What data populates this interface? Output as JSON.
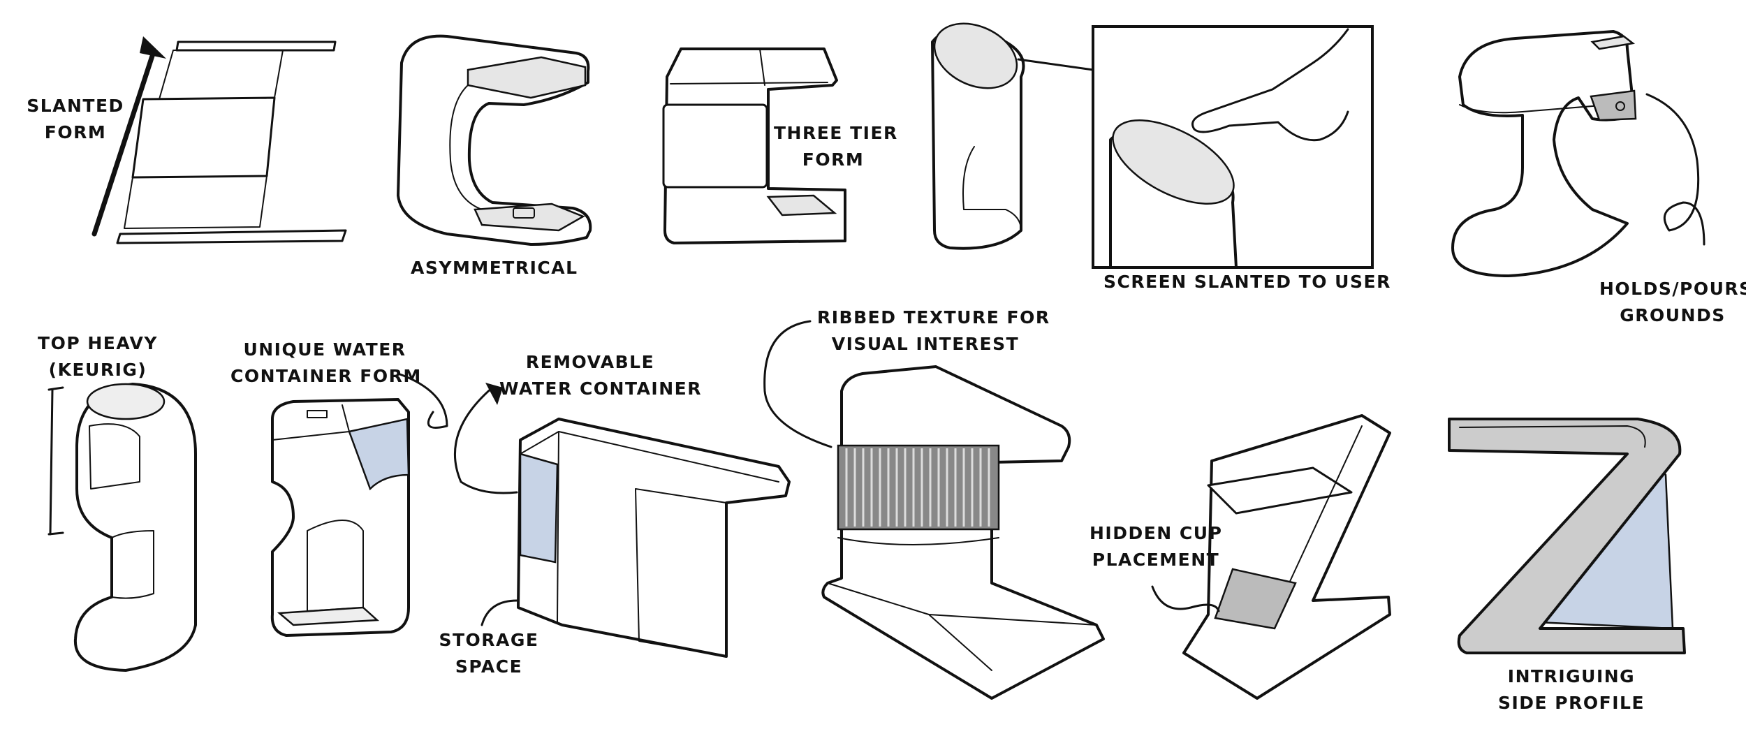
{
  "labels": {
    "slanted": [
      "SLANTED",
      "FORM"
    ],
    "asymmetrical": [
      "ASYMMETRICAL"
    ],
    "three_tier": [
      "THREE TIER",
      "FORM"
    ],
    "screen": [
      "SCREEN SLANTED TO USER"
    ],
    "holds": [
      "HOLDS/POURS",
      "GROUNDS"
    ],
    "top_heavy": [
      "TOP HEAVY",
      "(KEURIG)"
    ],
    "unique_water": [
      "UNIQUE WATER",
      "CONTAINER FORM"
    ],
    "removable": [
      "REMOVABLE",
      "WATER CONTAINER"
    ],
    "storage": [
      "STORAGE",
      "SPACE"
    ],
    "ribbed": [
      "RIBBED TEXTURE FOR",
      "VISUAL INTEREST"
    ],
    "hidden_cup": [
      "HIDDEN CUP",
      "PLACEMENT"
    ],
    "side_profile": [
      "INTRIGUING",
      "SIDE PROFILE"
    ]
  },
  "colors": {
    "ink": "#111111",
    "accent_blue": "#c7d3e6",
    "accent_gray": "#e6e6e6"
  }
}
